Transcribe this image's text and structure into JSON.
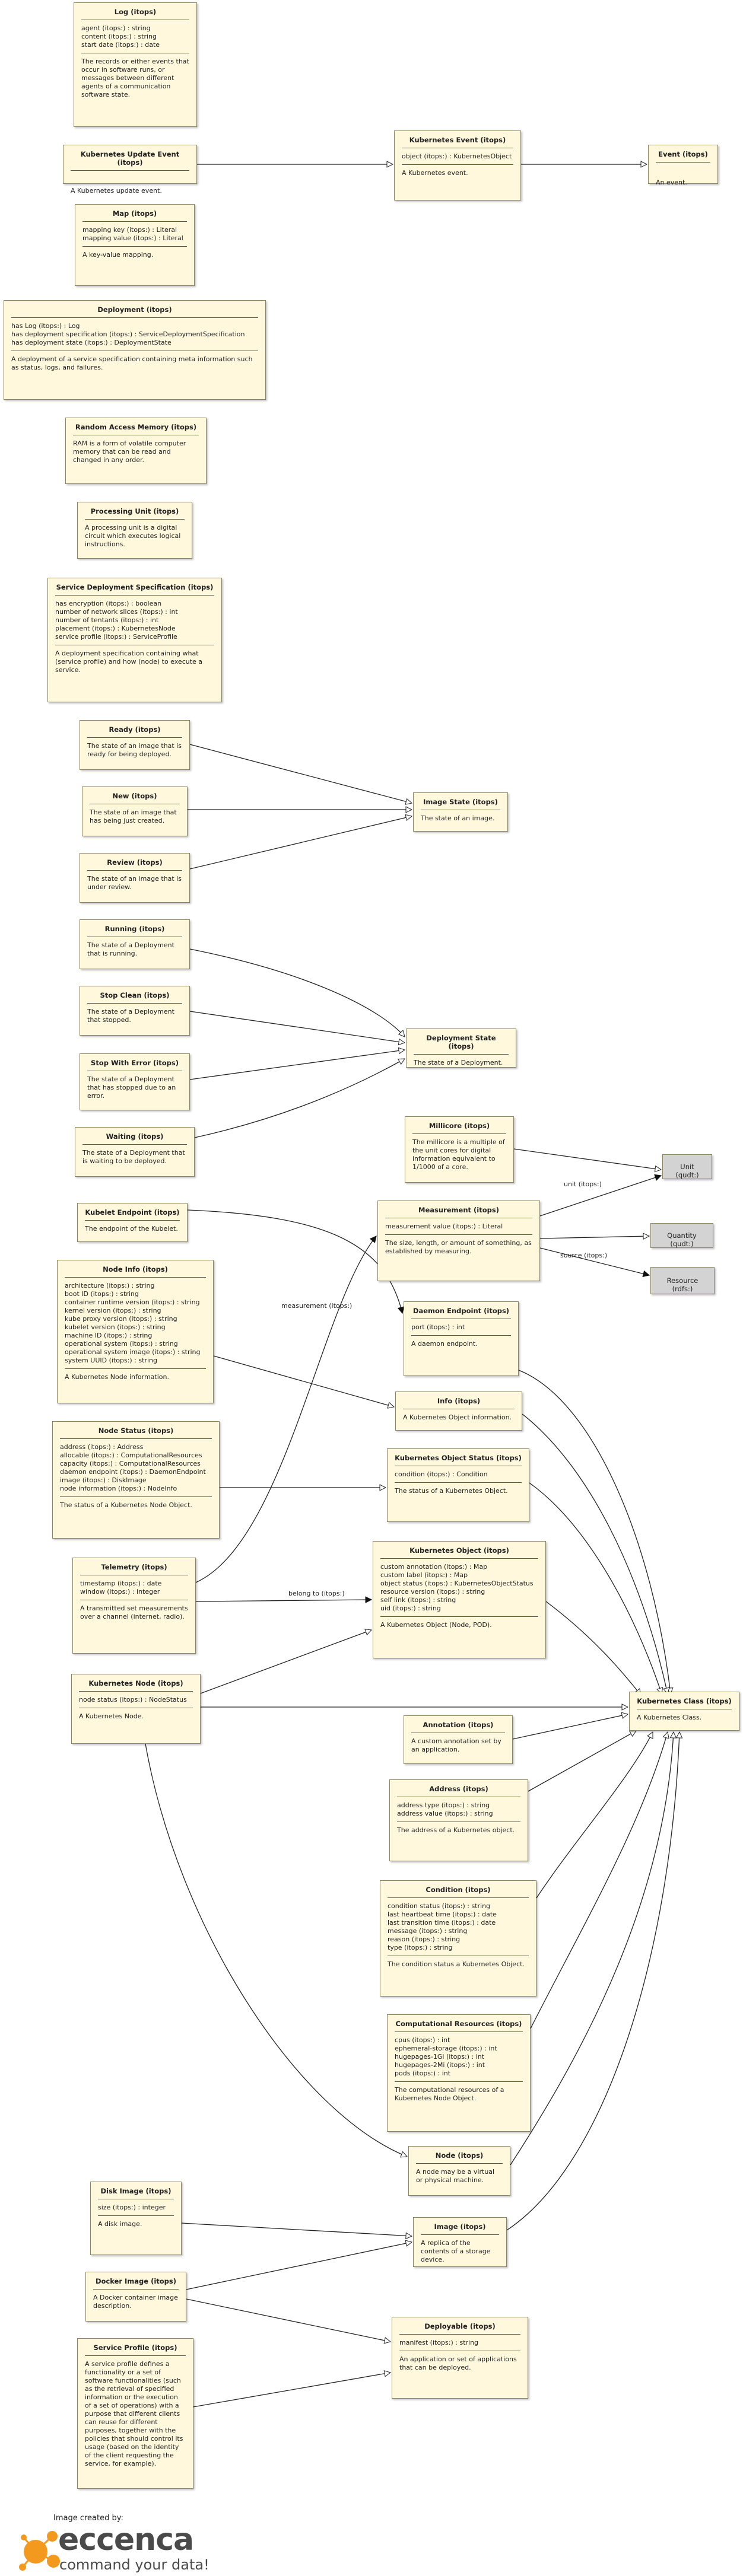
{
  "nodes": [
    {
      "id": "log",
      "title": "Log (itops)",
      "attrs": [
        "agent (itops:)  :  string",
        "content (itops:)  :  string",
        "start date (itops:)  :  date"
      ],
      "desc": "The records or either events that occur in software runs, or messages between different agents of a communication software state."
    },
    {
      "id": "k8s_update_event",
      "title": "Kubernetes Update Event (itops)",
      "attrs": [],
      "desc": "A Kubernetes update event."
    },
    {
      "id": "k8s_event",
      "title": "Kubernetes Event (itops)",
      "attrs": [
        "object (itops:)  :  KubernetesObject"
      ],
      "desc": "A Kubernetes event."
    },
    {
      "id": "event",
      "title": "Event (itops)",
      "attrs": [],
      "desc": "An event."
    },
    {
      "id": "map",
      "title": "Map (itops)",
      "attrs": [
        "mapping key (itops:)  :  Literal",
        "mapping value (itops:)  :  Literal"
      ],
      "desc": "A key-value mapping."
    },
    {
      "id": "deployment",
      "title": "Deployment (itops)",
      "attrs": [
        "has Log (itops:)  :  Log",
        "has deployment specification (itops:)  :  ServiceDeploymentSpecification",
        "has deployment state (itops:)  :  DeploymentState"
      ],
      "desc": "A deployment of a service specification containing meta information such as status, logs, and failures."
    },
    {
      "id": "ram",
      "title": "Random Access Memory (itops)",
      "attrs": [],
      "desc": "RAM is a form of volatile computer memory that can be read and changed in any order."
    },
    {
      "id": "processing_unit",
      "title": "Processing Unit (itops)",
      "attrs": [],
      "desc": "A processing unit is a digital circuit which executes logical instructions."
    },
    {
      "id": "sds",
      "title": "Service Deployment Specification (itops)",
      "attrs": [
        "has encryption (itops:)  :  boolean",
        "number of network slices (itops:)  :  int",
        "number of tentants (itops:)  :  int",
        "placement (itops:)  :  KubernetesNode",
        "service profile (itops:)  :  ServiceProfile"
      ],
      "desc": "A deployment specification containing what (service profile) and how (node) to execute a service."
    },
    {
      "id": "ready",
      "title": "Ready (itops)",
      "attrs": [],
      "desc": "The state of an image that is ready for being deployed."
    },
    {
      "id": "new",
      "title": "New (itops)",
      "attrs": [],
      "desc": "The state of an image that has being just created."
    },
    {
      "id": "review",
      "title": "Review (itops)",
      "attrs": [],
      "desc": "The state of an image that is under review."
    },
    {
      "id": "image_state",
      "title": "Image State (itops)",
      "attrs": [],
      "desc": "The state of an image."
    },
    {
      "id": "running",
      "title": "Running (itops)",
      "attrs": [],
      "desc": "The state of a Deployment that is running."
    },
    {
      "id": "stop_clean",
      "title": "Stop Clean (itops)",
      "attrs": [],
      "desc": "The state of a Deployment that stopped."
    },
    {
      "id": "stop_error",
      "title": "Stop With Error (itops)",
      "attrs": [],
      "desc": "The state of a Deployment that has stopped due to an error."
    },
    {
      "id": "waiting",
      "title": "Waiting (itops)",
      "attrs": [],
      "desc": "The state of a Deployment that is waiting to be deployed."
    },
    {
      "id": "deployment_state",
      "title": "Deployment State (itops)",
      "attrs": [],
      "desc": "The state of a Deployment."
    },
    {
      "id": "millicore",
      "title": "Millicore (itops)",
      "attrs": [],
      "desc": "The millicore is a multiple of the unit cores for digital information equivalent to 1/1000 of a core."
    },
    {
      "id": "unit",
      "title": "Unit (qudt:)",
      "attrs": [],
      "desc": "",
      "gray": true
    },
    {
      "id": "quantity",
      "title": "Quantity (qudt:)",
      "attrs": [],
      "desc": "",
      "gray": true
    },
    {
      "id": "resource",
      "title": "Resource (rdfs:)",
      "attrs": [],
      "desc": "",
      "gray": true
    },
    {
      "id": "kubelet",
      "title": "Kubelet Endpoint (itops)",
      "attrs": [],
      "desc": "The endpoint of the Kubelet."
    },
    {
      "id": "measurement",
      "title": "Measurement (itops)",
      "attrs": [
        "measurement value (itops:)  :  Literal"
      ],
      "desc": "The size, length, or amount of something, as established by measuring."
    },
    {
      "id": "node_info",
      "title": "Node Info (itops)",
      "attrs": [
        "architecture (itops:)  :  string",
        "boot ID (itops:)  :  string",
        "container runtime version (itops:)  :  string",
        "kernel version (itops:)  :  string",
        "kube proxy version (itops:)  :  string",
        "kubelet version (itops:)  :  string",
        "machine ID (itops:)  :  string",
        "operational system (itops:)  :  string",
        "operational system image (itops:)  :  string",
        "system UUID (itops:)  :  string"
      ],
      "desc": "A Kubernetes Node information."
    },
    {
      "id": "daemon",
      "title": "Daemon Endpoint (itops)",
      "attrs": [
        "port (itops:)  :  int"
      ],
      "desc": "A daemon endpoint."
    },
    {
      "id": "info",
      "title": "Info (itops)",
      "attrs": [],
      "desc": "A Kubernetes Object information."
    },
    {
      "id": "node_status",
      "title": "Node Status (itops)",
      "attrs": [
        "address (itops:)  :  Address",
        "allocable (itops:)  :  ComputationalResources",
        "capacity (itops:)  :  ComputationalResources",
        "daemon endpoint (itops:)  :  DaemonEndpoint",
        "image (itops:)  :  DiskImage",
        "node information (itops:)  :  NodeInfo"
      ],
      "desc": "The status of a Kubernetes Node Object."
    },
    {
      "id": "k8s_obj_status",
      "title": "Kubernetes Object Status (itops)",
      "attrs": [
        "condition (itops:)  :  Condition"
      ],
      "desc": "The status of a Kubernetes Object."
    },
    {
      "id": "telemetry",
      "title": "Telemetry (itops)",
      "attrs": [
        "timestamp (itops:)  :  date",
        "window (itops:)  :  integer"
      ],
      "desc": "A transmitted set measurements over a channel (internet, radio)."
    },
    {
      "id": "k8s_object",
      "title": "Kubernetes Object (itops)",
      "attrs": [
        "custom annotation (itops:)  :  Map",
        "custom label (itops:)  :  Map",
        "object status (itops:)  :  KubernetesObjectStatus",
        "resource version (itops:)  :  string",
        "self link (itops:)  :  string",
        "uid (itops:)  :  string"
      ],
      "desc": "A Kubernetes Object (Node, POD)."
    },
    {
      "id": "k8s_node",
      "title": "Kubernetes Node (itops)",
      "attrs": [
        "node status (itops:)  :  NodeStatus"
      ],
      "desc": "A Kubernetes Node."
    },
    {
      "id": "k8s_class",
      "title": "Kubernetes Class (itops)",
      "attrs": [],
      "desc": "A Kubernetes Class."
    },
    {
      "id": "annotation",
      "title": "Annotation (itops)",
      "attrs": [],
      "desc": "A custom annotation set by an application."
    },
    {
      "id": "address",
      "title": "Address (itops)",
      "attrs": [
        "address type (itops:)  :  string",
        "address value (itops:)  :  string"
      ],
      "desc": "The address of a Kubernetes object."
    },
    {
      "id": "condition",
      "title": "Condition (itops)",
      "attrs": [
        "condition status (itops:)  :  string",
        "last heartbeat time (itops:)  :  date",
        "last transition time (itops:)  :  date",
        "message (itops:)  :  string",
        "reason (itops:)  :  string",
        "type (itops:)  :  string"
      ],
      "desc": "The condition status a Kubernetes Object."
    },
    {
      "id": "comp_res",
      "title": "Computational Resources (itops)",
      "attrs": [
        "cpus (itops:)  :  int",
        "ephemeral-storage (itops:)  :  int",
        "hugepages-1Gi (itops:)  :  int",
        "hugepages-2Mi (itops:)  :  int",
        "pods (itops:)  :  int"
      ],
      "desc": "The computational resources of a Kubernetes Node Object."
    },
    {
      "id": "node",
      "title": "Node (itops)",
      "attrs": [],
      "desc": "A node may be a virtual or physical machine."
    },
    {
      "id": "disk_image",
      "title": "Disk Image (itops)",
      "attrs": [
        "size (itops:)  :  integer"
      ],
      "desc": "A disk image."
    },
    {
      "id": "image",
      "title": "Image (itops)",
      "attrs": [],
      "desc": "A replica of the contents of a storage device."
    },
    {
      "id": "docker_image",
      "title": "Docker Image (itops)",
      "attrs": [],
      "desc": "A Docker container image description."
    },
    {
      "id": "deployable",
      "title": "Deployable (itops)",
      "attrs": [
        "manifest (itops:)  :  string"
      ],
      "desc": "An application or set of applications that can be deployed."
    },
    {
      "id": "service_profile",
      "title": "Service Profile (itops)",
      "attrs": [],
      "desc": "A service profile defines a functionality or a set of software functionalities (such as the retrieval of specified information or the execution of a set of operations) with a purpose that different clients can reuse for different purposes, together with the policies that should control its usage (based on the identity of the client requesting the service, for example)."
    }
  ],
  "edge_labels": {
    "unit": "unit (itops:)",
    "source": "source (itops:)",
    "measurement": "measurement (itops:)",
    "belong_to": "belong to (itops:)"
  },
  "credit": {
    "created_by": "Image created by:",
    "brand": "eccenca",
    "tagline": "command your data!"
  },
  "colors": {
    "node_fill": "#fff8dc",
    "external_fill": "#d3d3d3",
    "brand_orange": "#f39a1e",
    "brand_text": "#4a4a4a"
  }
}
